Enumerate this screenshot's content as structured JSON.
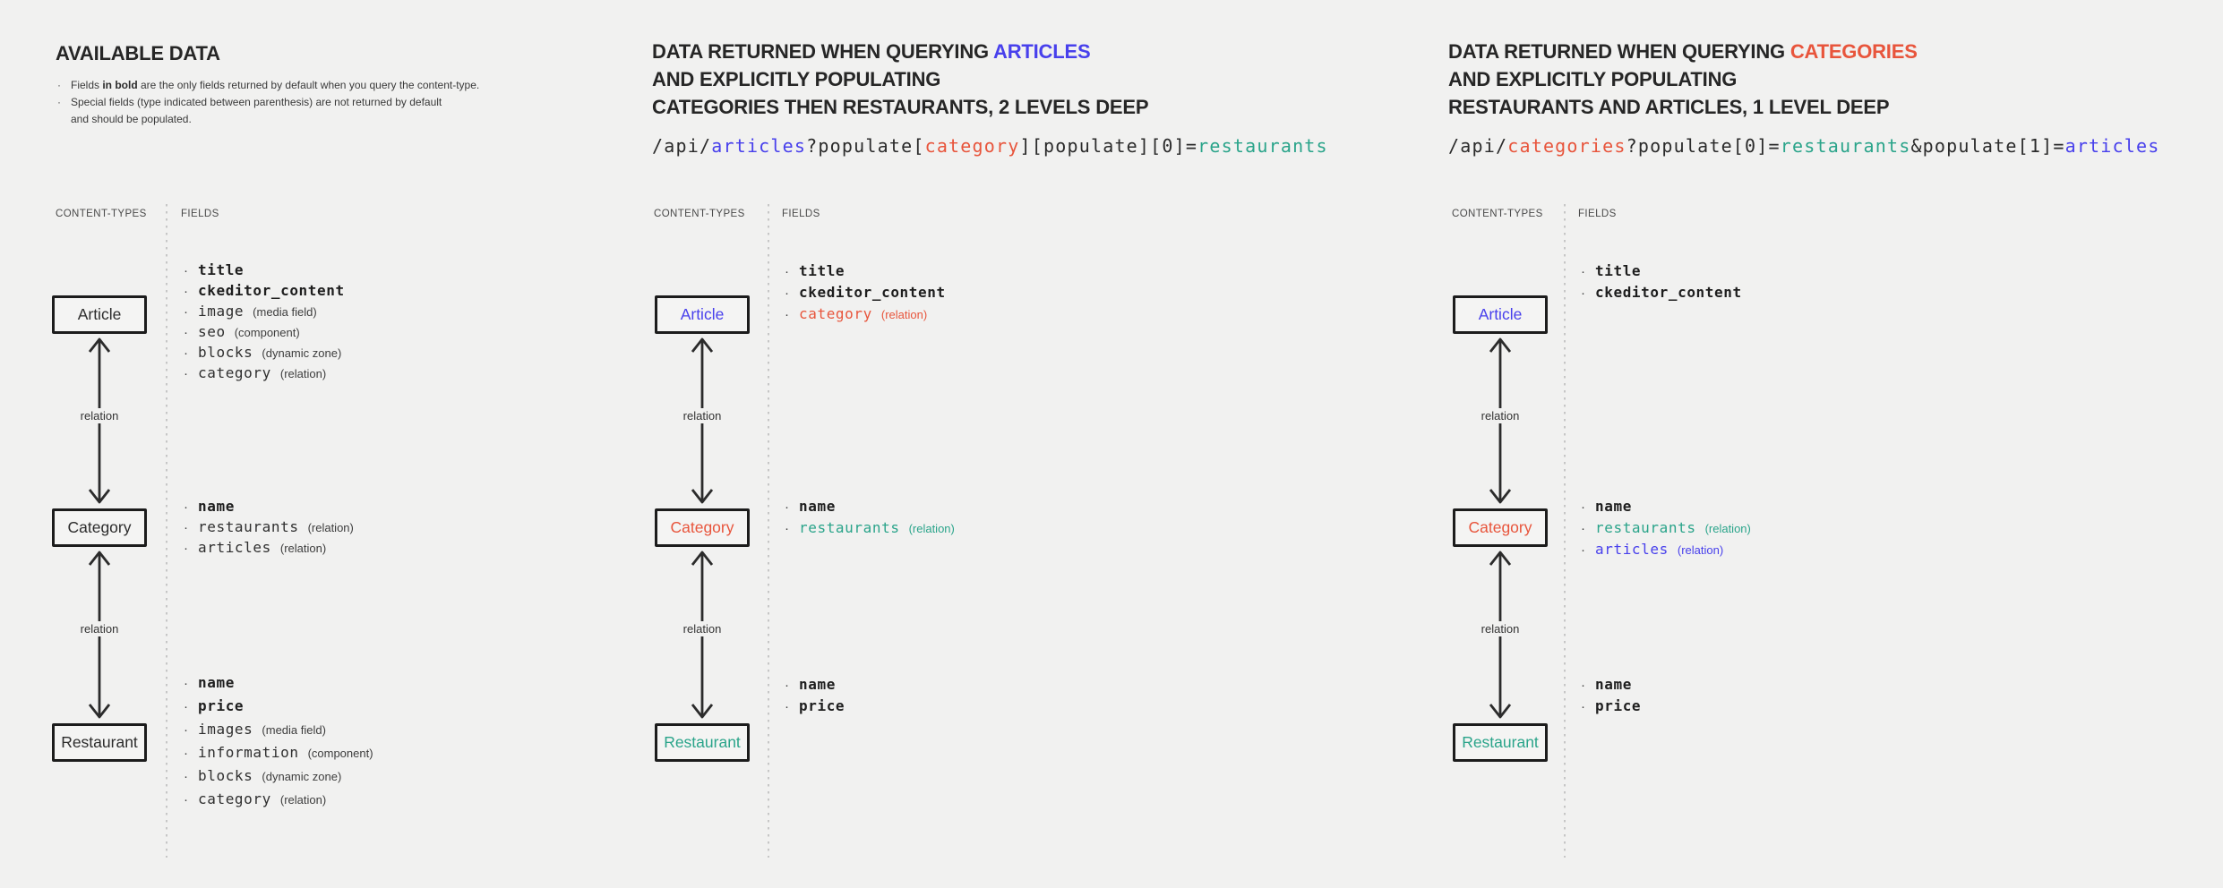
{
  "bullet": "·",
  "colors": {
    "bg": "#f1f1f0",
    "blue": "#4840ec",
    "red": "#e8553c",
    "teal": "#2aa48a",
    "ink": "#262626"
  },
  "panels": [
    {
      "title": "AVAILABLE DATA",
      "notes": {
        "n1_pre": "Fields ",
        "n1_bold": "in bold",
        "n1_post": " are the only fields returned by default when you query the content-type.",
        "n2_line1": "Special fields (type indicated between parenthesis) are not returned by default",
        "n2_line2": "and should be populated."
      },
      "columns": {
        "left": "CONTENT-TYPES",
        "right": "FIELDS"
      },
      "relation": "relation",
      "nodes": [
        {
          "label": "Article",
          "color": null,
          "fields": [
            {
              "name": "title",
              "weight": "bold"
            },
            {
              "name": "ckeditor_content",
              "weight": "bold"
            },
            {
              "name": "image",
              "type": "(media field)"
            },
            {
              "name": "seo",
              "type": "(component)"
            },
            {
              "name": "blocks",
              "type": "(dynamic zone)"
            },
            {
              "name": "category",
              "type": "(relation)"
            }
          ]
        },
        {
          "label": "Category",
          "color": null,
          "fields": [
            {
              "name": "name",
              "weight": "bold"
            },
            {
              "name": "restaurants",
              "type": "(relation)"
            },
            {
              "name": "articles",
              "type": "(relation)"
            }
          ]
        },
        {
          "label": "Restaurant",
          "color": null,
          "fields": [
            {
              "name": "name",
              "weight": "bold"
            },
            {
              "name": "price",
              "weight": "bold"
            },
            {
              "name": "images",
              "type": "(media field)"
            },
            {
              "name": "information",
              "type": "(component)"
            },
            {
              "name": "blocks",
              "type": "(dynamic zone)"
            },
            {
              "name": "category",
              "type": "(relation)"
            }
          ]
        }
      ]
    },
    {
      "title_line1_prefix": "DATA RETURNED WHEN QUERYING ",
      "title_line1_highlight": "ARTICLES",
      "title_line1_color": "blue",
      "title_line2": "AND EXPLICITLY POPULATING",
      "title_line3": "CATEGORIES THEN RESTAURANTS, 2 LEVELS DEEP",
      "url": [
        {
          "t": "/api/",
          "c": null
        },
        {
          "t": "articles",
          "c": "blue"
        },
        {
          "t": "?populate[",
          "c": null
        },
        {
          "t": "category",
          "c": "red"
        },
        {
          "t": "][populate][0]=",
          "c": null
        },
        {
          "t": "restaurants",
          "c": "teal"
        }
      ],
      "columns": {
        "left": "CONTENT-TYPES",
        "right": "FIELDS"
      },
      "relation": "relation",
      "nodes": [
        {
          "label": "Article",
          "color": "blue",
          "fields": [
            {
              "name": "title",
              "weight": "bold"
            },
            {
              "name": "ckeditor_content",
              "weight": "bold"
            },
            {
              "name": "category",
              "type": "(relation)",
              "color": "red"
            }
          ]
        },
        {
          "label": "Category",
          "color": "red",
          "fields": [
            {
              "name": "name",
              "weight": "bold"
            },
            {
              "name": "restaurants",
              "type": "(relation)",
              "color": "teal"
            }
          ]
        },
        {
          "label": "Restaurant",
          "color": "teal",
          "fields": [
            {
              "name": "name",
              "weight": "bold"
            },
            {
              "name": "price",
              "weight": "bold"
            }
          ]
        }
      ]
    },
    {
      "title_line1_prefix": "DATA RETURNED WHEN QUERYING ",
      "title_line1_highlight": "CATEGORIES",
      "title_line1_color": "red",
      "title_line2": "AND EXPLICITLY POPULATING",
      "title_line3": "RESTAURANTS AND ARTICLES, 1 LEVEL DEEP",
      "url": [
        {
          "t": "/api/",
          "c": null
        },
        {
          "t": "categories",
          "c": "red"
        },
        {
          "t": "?populate[0]=",
          "c": null
        },
        {
          "t": "restaurants",
          "c": "teal"
        },
        {
          "t": "&populate[1]=",
          "c": null
        },
        {
          "t": "articles",
          "c": "blue"
        }
      ],
      "columns": {
        "left": "CONTENT-TYPES",
        "right": "FIELDS"
      },
      "relation": "relation",
      "nodes": [
        {
          "label": "Article",
          "color": "blue",
          "fields": [
            {
              "name": "title",
              "weight": "bold"
            },
            {
              "name": "ckeditor_content",
              "weight": "bold"
            }
          ]
        },
        {
          "label": "Category",
          "color": "red",
          "fields": [
            {
              "name": "name",
              "weight": "bold"
            },
            {
              "name": "restaurants",
              "type": "(relation)",
              "color": "teal"
            },
            {
              "name": "articles",
              "type": "(relation)",
              "color": "blue"
            }
          ]
        },
        {
          "label": "Restaurant",
          "color": "teal",
          "fields": [
            {
              "name": "name",
              "weight": "bold"
            },
            {
              "name": "price",
              "weight": "bold"
            }
          ]
        }
      ]
    }
  ]
}
